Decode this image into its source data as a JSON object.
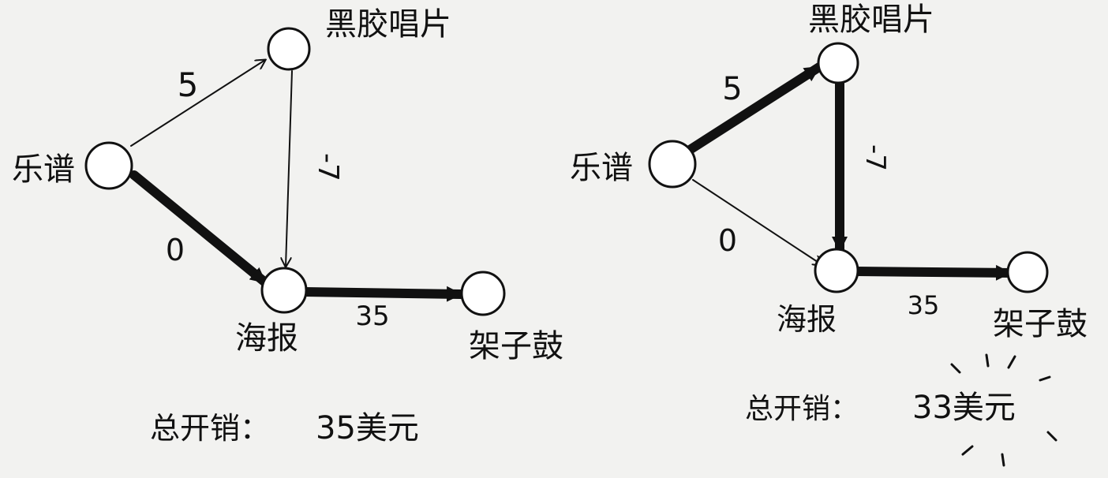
{
  "diagrams": [
    {
      "id": "left",
      "nodes": {
        "sheet_music": "乐谱",
        "vinyl": "黑胶唱片",
        "poster": "海报",
        "drum": "架子鼓"
      },
      "edges": [
        {
          "from": "sheet_music",
          "to": "vinyl",
          "weight": "5",
          "highlighted": false
        },
        {
          "from": "sheet_music",
          "to": "poster",
          "weight": "0",
          "highlighted": true
        },
        {
          "from": "vinyl",
          "to": "poster",
          "weight": "-7",
          "highlighted": false
        },
        {
          "from": "poster",
          "to": "drum",
          "weight": "35",
          "highlighted": true
        }
      ],
      "total_label": "总开销：",
      "total_value": "35美元"
    },
    {
      "id": "right",
      "nodes": {
        "sheet_music": "乐谱",
        "vinyl": "黑胶唱片",
        "poster": "海报",
        "drum": "架子鼓"
      },
      "edges": [
        {
          "from": "sheet_music",
          "to": "vinyl",
          "weight": "5",
          "highlighted": true
        },
        {
          "from": "sheet_music",
          "to": "poster",
          "weight": "0",
          "highlighted": false
        },
        {
          "from": "vinyl",
          "to": "poster",
          "weight": "-7",
          "highlighted": true
        },
        {
          "from": "poster",
          "to": "drum",
          "weight": "35",
          "highlighted": true
        }
      ],
      "total_label": "总开销：",
      "total_value": "33美元"
    }
  ],
  "colors": {
    "ink": "#111111",
    "paper": "#f2f2f0",
    "node_fill": "#ffffff"
  }
}
